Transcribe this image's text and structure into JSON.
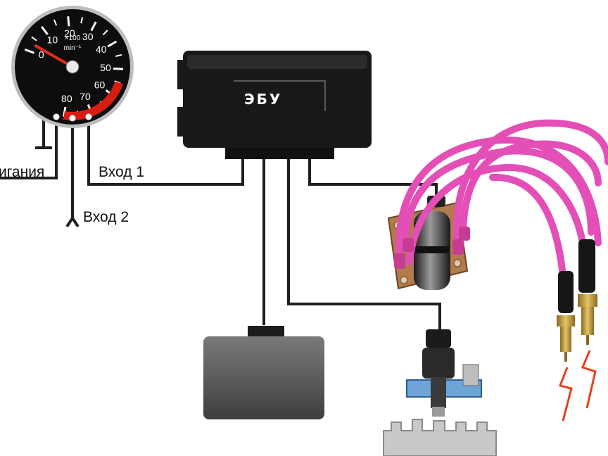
{
  "tachometer": {
    "scale": [
      "0",
      "10",
      "20",
      "30",
      "40",
      "50",
      "60",
      "70",
      "80"
    ],
    "unit_line1": "×100",
    "unit_line2": "min⁻¹",
    "needle_value": 3,
    "redline_from": 55
  },
  "ecu": {
    "label": "ЭБУ"
  },
  "labels": {
    "power": "игания",
    "input1": "Вход 1",
    "input2": "Вход 2"
  },
  "colors": {
    "wire": "#1f1f1f",
    "ignition_lead": "#e34fb6",
    "redline": "#d81e12",
    "needle": "#e0301a",
    "spark": "#e8401c"
  }
}
